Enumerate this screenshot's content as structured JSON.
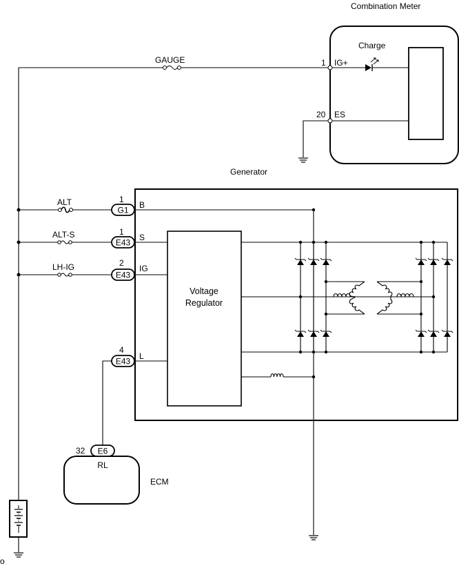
{
  "meter": {
    "title": "Combination Meter",
    "lamp_label": "Charge",
    "pin1": "1",
    "pin1_name": "IG+",
    "pin20": "20",
    "pin20_name": "ES"
  },
  "fuses": {
    "gauge": "GAUGE",
    "alt": "ALT",
    "alt_s": "ALT-S",
    "lh_ig": "LH-IG"
  },
  "generator": {
    "title": "Generator",
    "regulator_line1": "Voltage",
    "regulator_line2": "Regulator",
    "connectors": [
      {
        "pin": "1",
        "name": "G1",
        "terminal": "B"
      },
      {
        "pin": "1",
        "name": "E43",
        "terminal": "S"
      },
      {
        "pin": "2",
        "name": "E43",
        "terminal": "IG"
      },
      {
        "pin": "4",
        "name": "E43",
        "terminal": "L"
      }
    ]
  },
  "ecm": {
    "title": "ECM",
    "pin": "32",
    "connector": "E6",
    "terminal": "RL"
  },
  "battery_label": "o"
}
